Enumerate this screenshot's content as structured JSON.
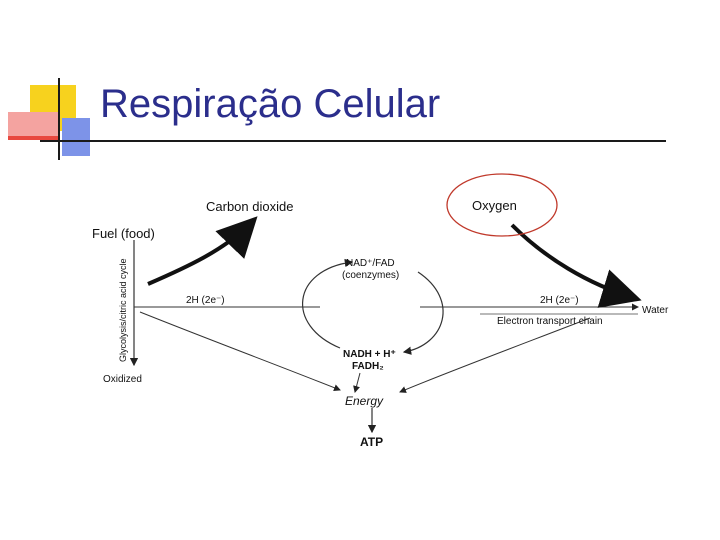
{
  "slide": {
    "title": "Respiração Celular"
  },
  "diagram": {
    "fuel": "Fuel (food)",
    "carbon_dioxide": "Carbon dioxide",
    "oxygen": "Oxygen",
    "coenzymes_line1": "NAD⁺/FAD",
    "coenzymes_line2": "(coenzymes)",
    "h_left": "2H (2e⁻)",
    "h_right": "2H (2e⁻)",
    "water": "Water",
    "etc": "Electron transport chain",
    "nadh": "NADH + H⁺",
    "fadh2": "FADH₂",
    "energy": "Energy",
    "atp": "ATP",
    "oxidized": "Oxidized",
    "cycle_label": "Glycolysis/citric acid cycle"
  },
  "colors": {
    "title": "#2b2e8c",
    "highlight_circle": "#c0392b",
    "deco_yellow": "#f7d21e",
    "deco_red": "#e8483f",
    "deco_blue": "#3b5bd6"
  }
}
